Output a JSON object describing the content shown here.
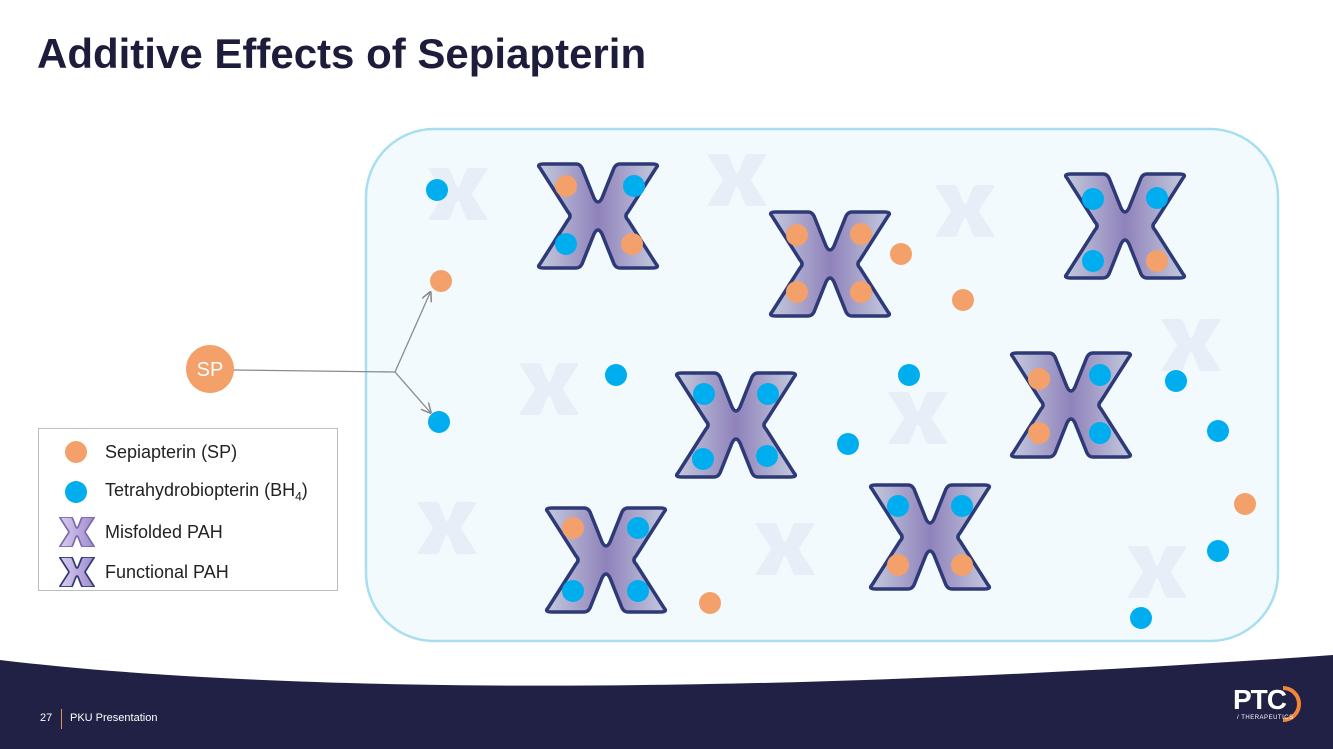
{
  "slide": {
    "title": "Additive Effects of Sepiapterin",
    "page_number": "27",
    "presentation_name": "PKU Presentation"
  },
  "diagram": {
    "source_node_label": "SP",
    "colors": {
      "sepiapterin": "#f4a06a",
      "bh4": "#00aeef",
      "pah_fill": "#a49bc9",
      "pah_border": "#2e3a78",
      "cell_border": "#a7dff0",
      "cell_fill": "#f2fafd",
      "arrow": "#8a8a8a"
    }
  },
  "legend": {
    "items": [
      {
        "label": "Sepiapterin (SP)",
        "icon": "orange-dot"
      },
      {
        "label": "Tetrahydrobiopterin (BH",
        "subscript": "4",
        "suffix": ")",
        "icon": "blue-dot"
      },
      {
        "label": "Misfolded PAH",
        "icon": "misfolded-pah-x"
      },
      {
        "label": "Functional PAH",
        "icon": "functional-pah-x"
      }
    ]
  },
  "logo": {
    "text": "PTC",
    "subtext": "/ THERAPEUTICS"
  }
}
